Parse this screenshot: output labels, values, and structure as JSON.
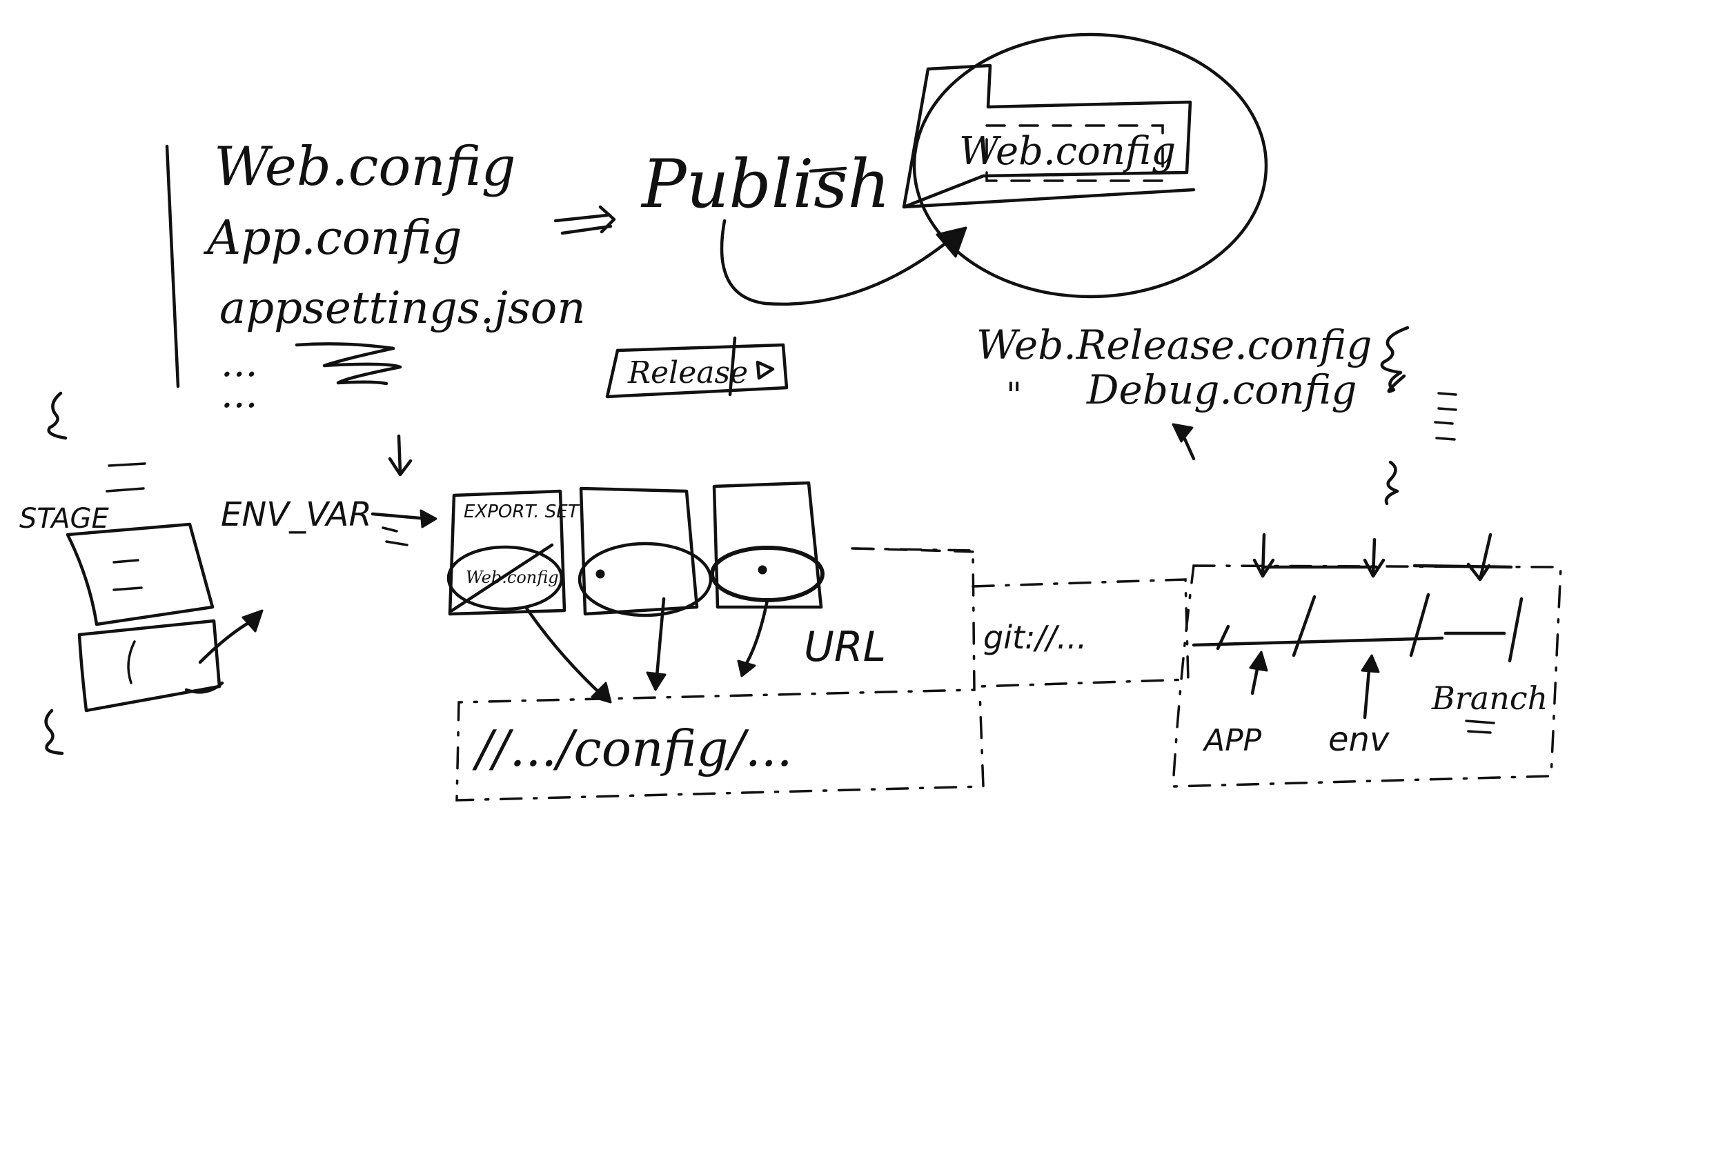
{
  "config_files": {
    "web_config": "Web.config",
    "app_config": "App.config",
    "appsettings": "appsettings.json",
    "ellipsis_1": "...",
    "ellipsis_2": "..."
  },
  "publish": {
    "label": "Publish",
    "bubble_text": "Web.config"
  },
  "release": {
    "label": "Release"
  },
  "transforms": {
    "release": "Web.Release.config",
    "debug_ditto": "\"",
    "debug": "Debug.config"
  },
  "stage": {
    "label": "STAGE",
    "env_var": "ENV_VAR"
  },
  "export": {
    "label": "EXPORT. SET",
    "oval_text": "Web.config"
  },
  "url": {
    "label": "URL",
    "path": "//.../config/..."
  },
  "git": {
    "label": "git://..."
  },
  "branch_parts": {
    "app": "APP",
    "env": "env",
    "branch": "Branch"
  },
  "colors": {
    "ink": "#111111",
    "background": "#ffffff"
  }
}
